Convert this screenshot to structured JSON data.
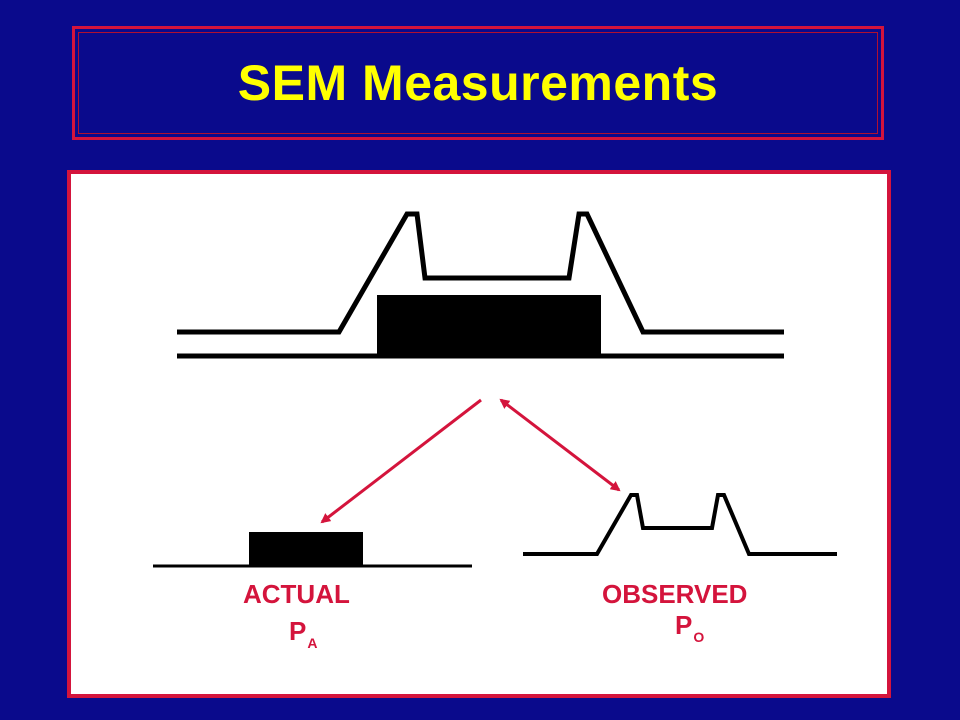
{
  "slide": {
    "title": "SEM Measurements"
  },
  "diagram": {
    "actual_label": "ACTUAL",
    "actual_symbol": "P",
    "actual_subscript": "A",
    "observed_label": "OBSERVED",
    "observed_symbol": "P",
    "observed_subscript": "O",
    "colors": {
      "background": "#0a0a8c",
      "title_text": "#ffff00",
      "accent": "#d4143c",
      "ink": "#000000"
    }
  }
}
